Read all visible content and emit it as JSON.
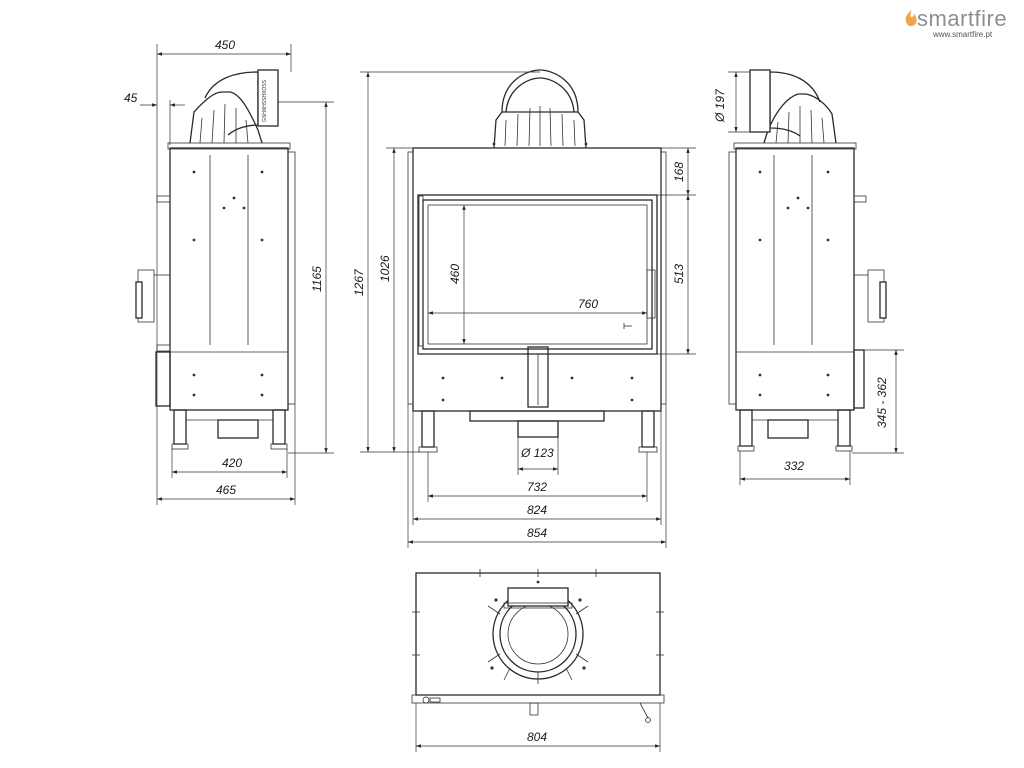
{
  "brand": {
    "name": "smartfire",
    "url": "www.smartfire.pt",
    "flame_color": "#f0a64a",
    "text_color": "#8a8f96"
  },
  "nameplate_text": "GSHXHSSHXOSS",
  "dimensions": {
    "side_left": {
      "top_width": "450",
      "flue_offset": "45",
      "height": "1165",
      "base_inner": "420",
      "base_outer": "465"
    },
    "front": {
      "total_height": "1267",
      "body_height": "1026",
      "glass_height": "460",
      "glass_width": "760",
      "top_panel": "168",
      "door_height": "513",
      "air_inlet": "Ø 123",
      "width_732": "732",
      "width_824": "824",
      "width_854": "854"
    },
    "side_right": {
      "flue_diameter": "Ø 197",
      "inlet_height": "345 - 362",
      "base": "332"
    },
    "top_view": {
      "width": "804"
    }
  }
}
